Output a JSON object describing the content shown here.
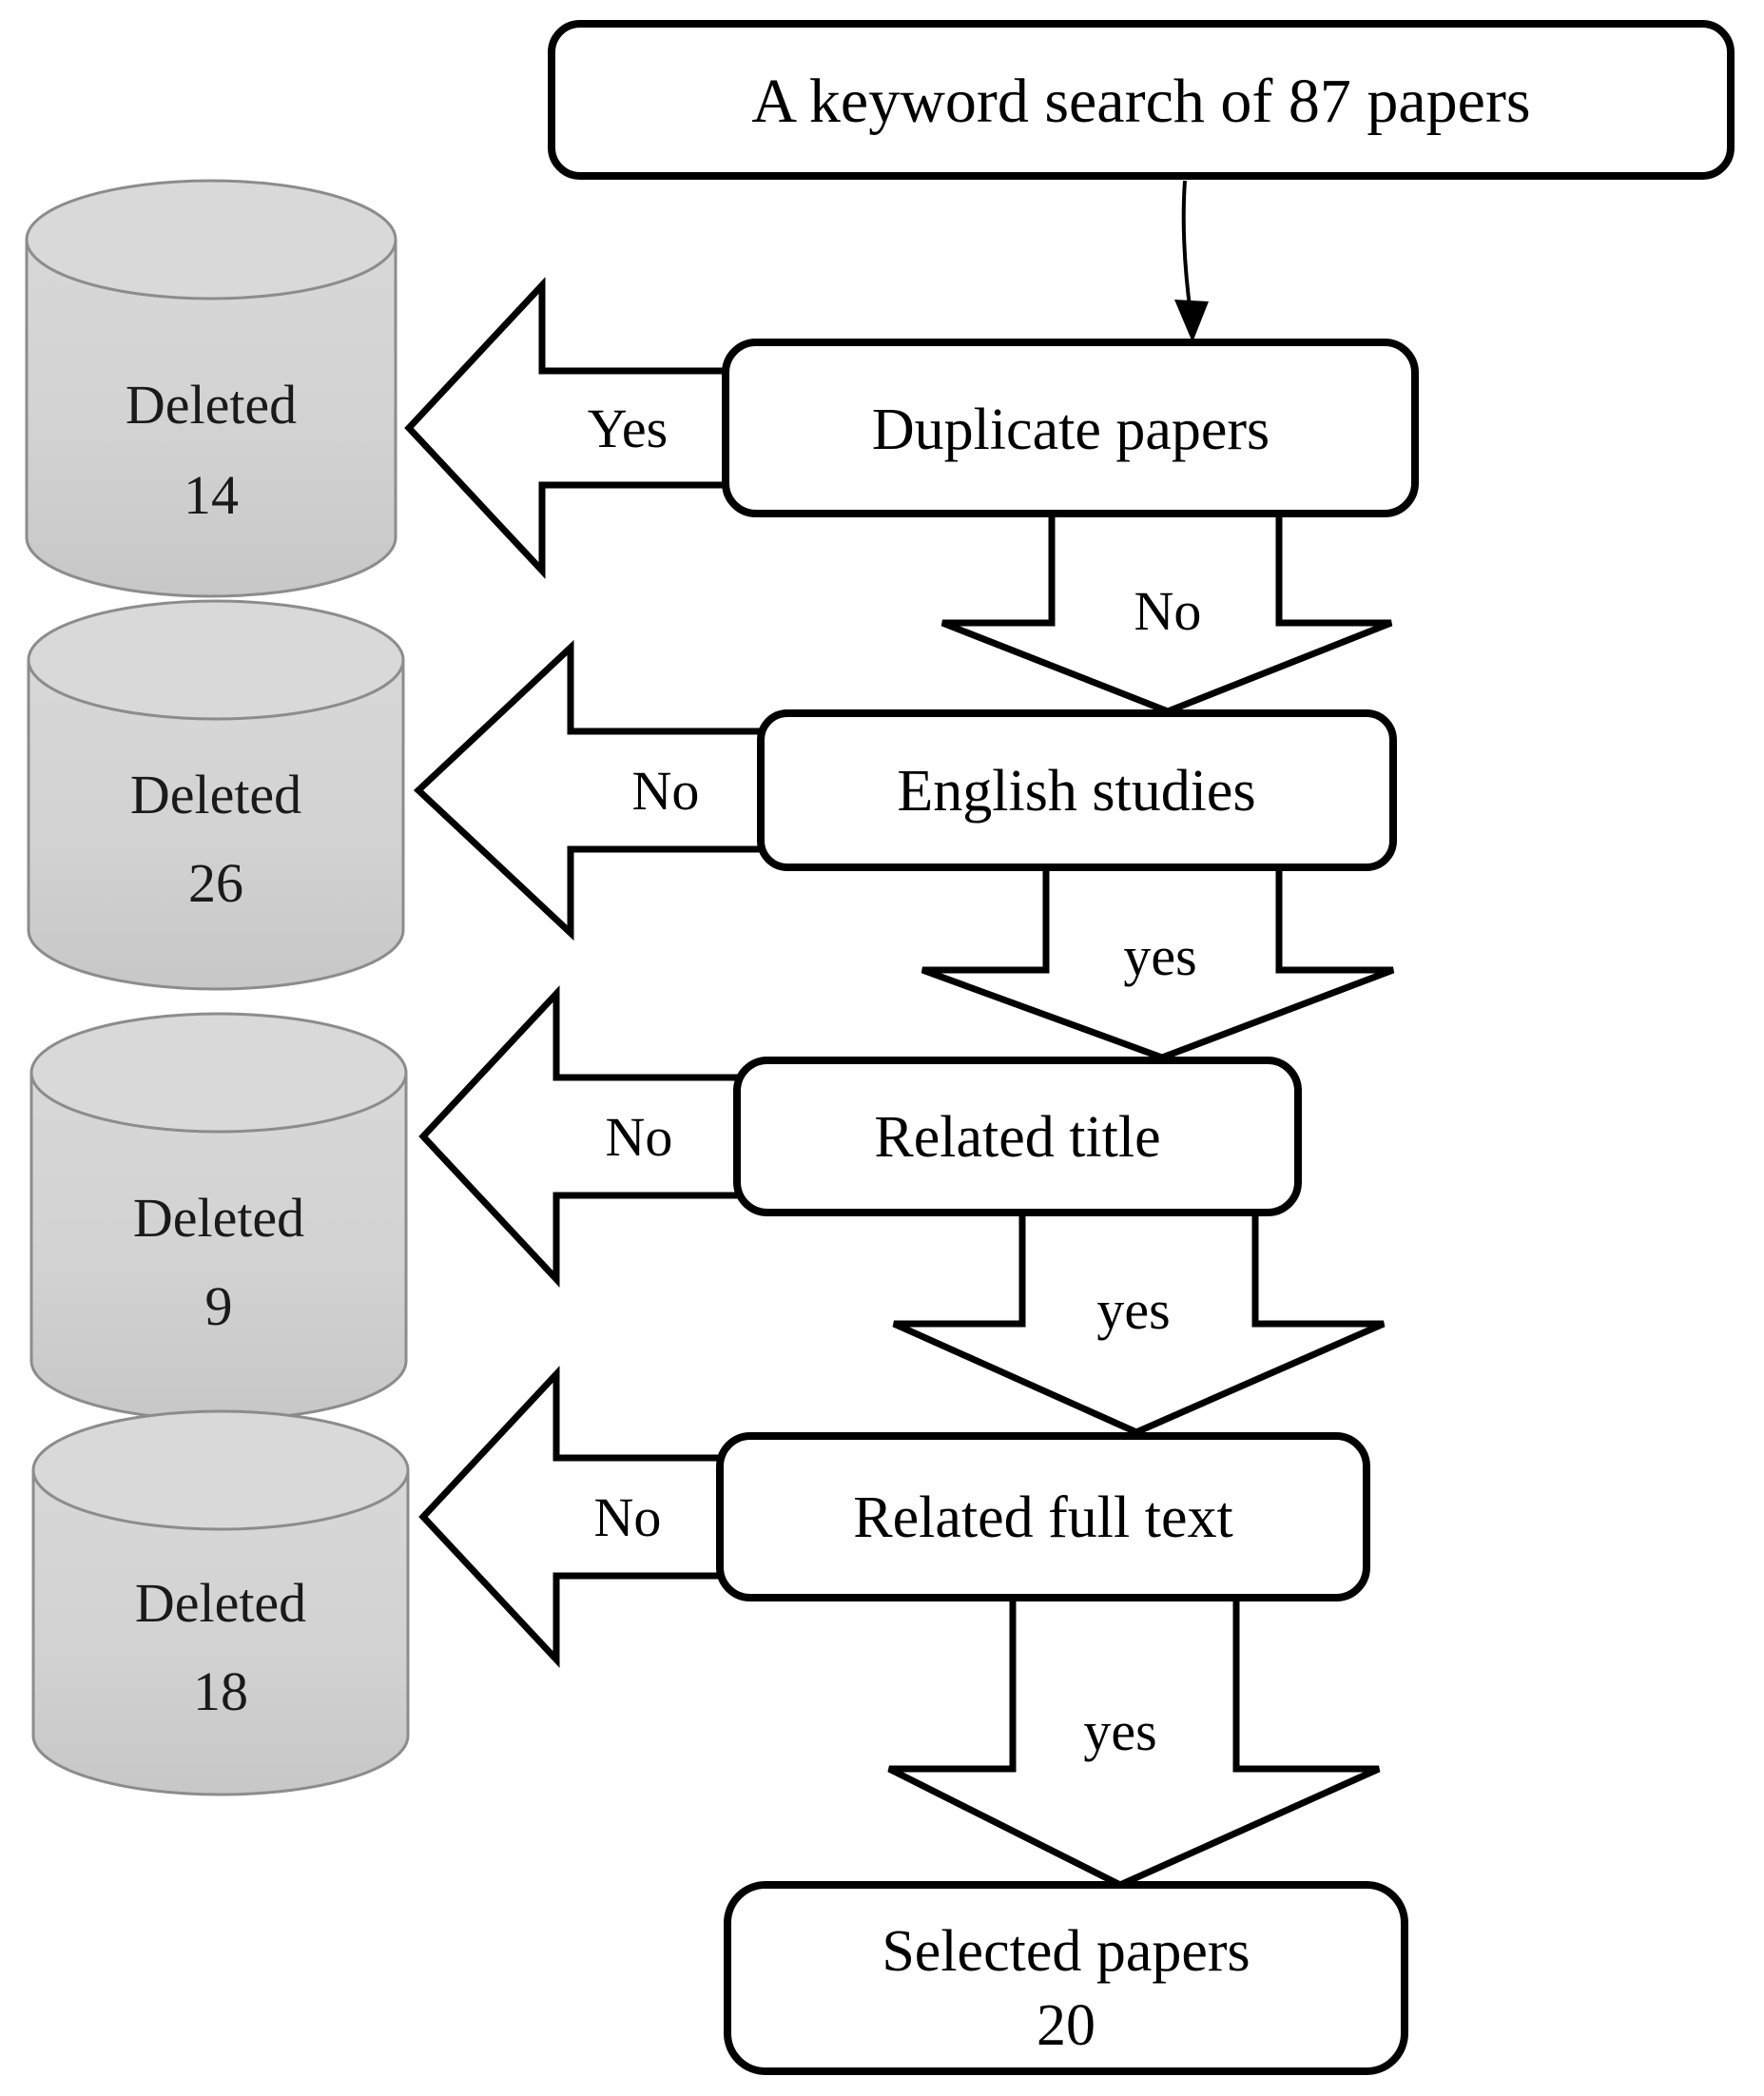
{
  "figure": {
    "description": "Paper screening flowchart",
    "colors": {
      "background": "#ffffff",
      "box_fill": "#ffffff",
      "box_stroke": "#000000",
      "cylinder_fill_top": "#d9d9d9",
      "cylinder_fill_body": "#cfcfcf",
      "cylinder_stroke": "#8c8c8c",
      "text": "#000000"
    },
    "start_box": {
      "label": "A keyword search of 87 papers"
    },
    "steps": [
      {
        "label": "Duplicate papers",
        "reject_label": "Yes",
        "proceed_label": "No",
        "deleted": {
          "word": "Deleted",
          "count": "14"
        }
      },
      {
        "label": "English studies",
        "reject_label": "No",
        "proceed_label": "yes",
        "deleted": {
          "word": "Deleted",
          "count": "26"
        }
      },
      {
        "label": "Related title",
        "reject_label": "No",
        "proceed_label": "yes",
        "deleted": {
          "word": "Deleted",
          "count": "9"
        }
      },
      {
        "label": "Related full text",
        "reject_label": "No",
        "proceed_label": "yes",
        "deleted": {
          "word": "Deleted",
          "count": "18"
        }
      }
    ],
    "end_box": {
      "line1": "Selected papers",
      "line2": "20"
    }
  }
}
